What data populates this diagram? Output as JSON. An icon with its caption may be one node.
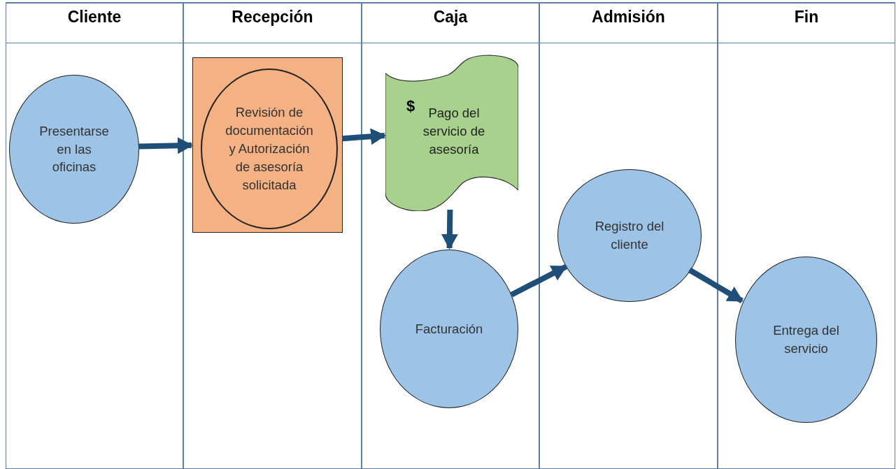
{
  "diagram": {
    "nodes": [
      {
        "text": [
          "Cliente"
        ]
      },
      {
        "text": [
          "Recepción"
        ]
      },
      {
        "text": [
          "Caja"
        ]
      },
      {
        "text": [
          "Admisión"
        ]
      },
      {
        "text": [
          "Fin"
        ]
      },
      {
        "text": [
          "Presentarse en las oficinas"
        ],
        "in": 0
      },
      {
        "text": [],
        "shape": "box",
        "in": 1
      },
      {
        "text": [
          "Revisión de documentación y Autorización de asesoría solicitada"
        ],
        "in": 6
      },
      {
        "text": [
          "$",
          "Pago del servicio de asesoría"
        ],
        "in": 2
      },
      {
        "text": [
          "Facturación"
        ],
        "in": 2
      },
      {
        "text": [
          "Registro del cliente"
        ],
        "in": 3
      },
      {
        "text": [
          "Entrega del servicio"
        ],
        "in": 4
      }
    ],
    "edges": [
      {
        "from": 5,
        "to": 6,
        "arrow": "to"
      },
      {
        "from": 6,
        "to": 8,
        "arrow": "to"
      },
      {
        "from": 8,
        "to": 9,
        "arrow": "to"
      },
      {
        "from": 9,
        "to": 10,
        "arrow": "to"
      },
      {
        "from": 10,
        "to": 11,
        "arrow": "to"
      }
    ]
  }
}
